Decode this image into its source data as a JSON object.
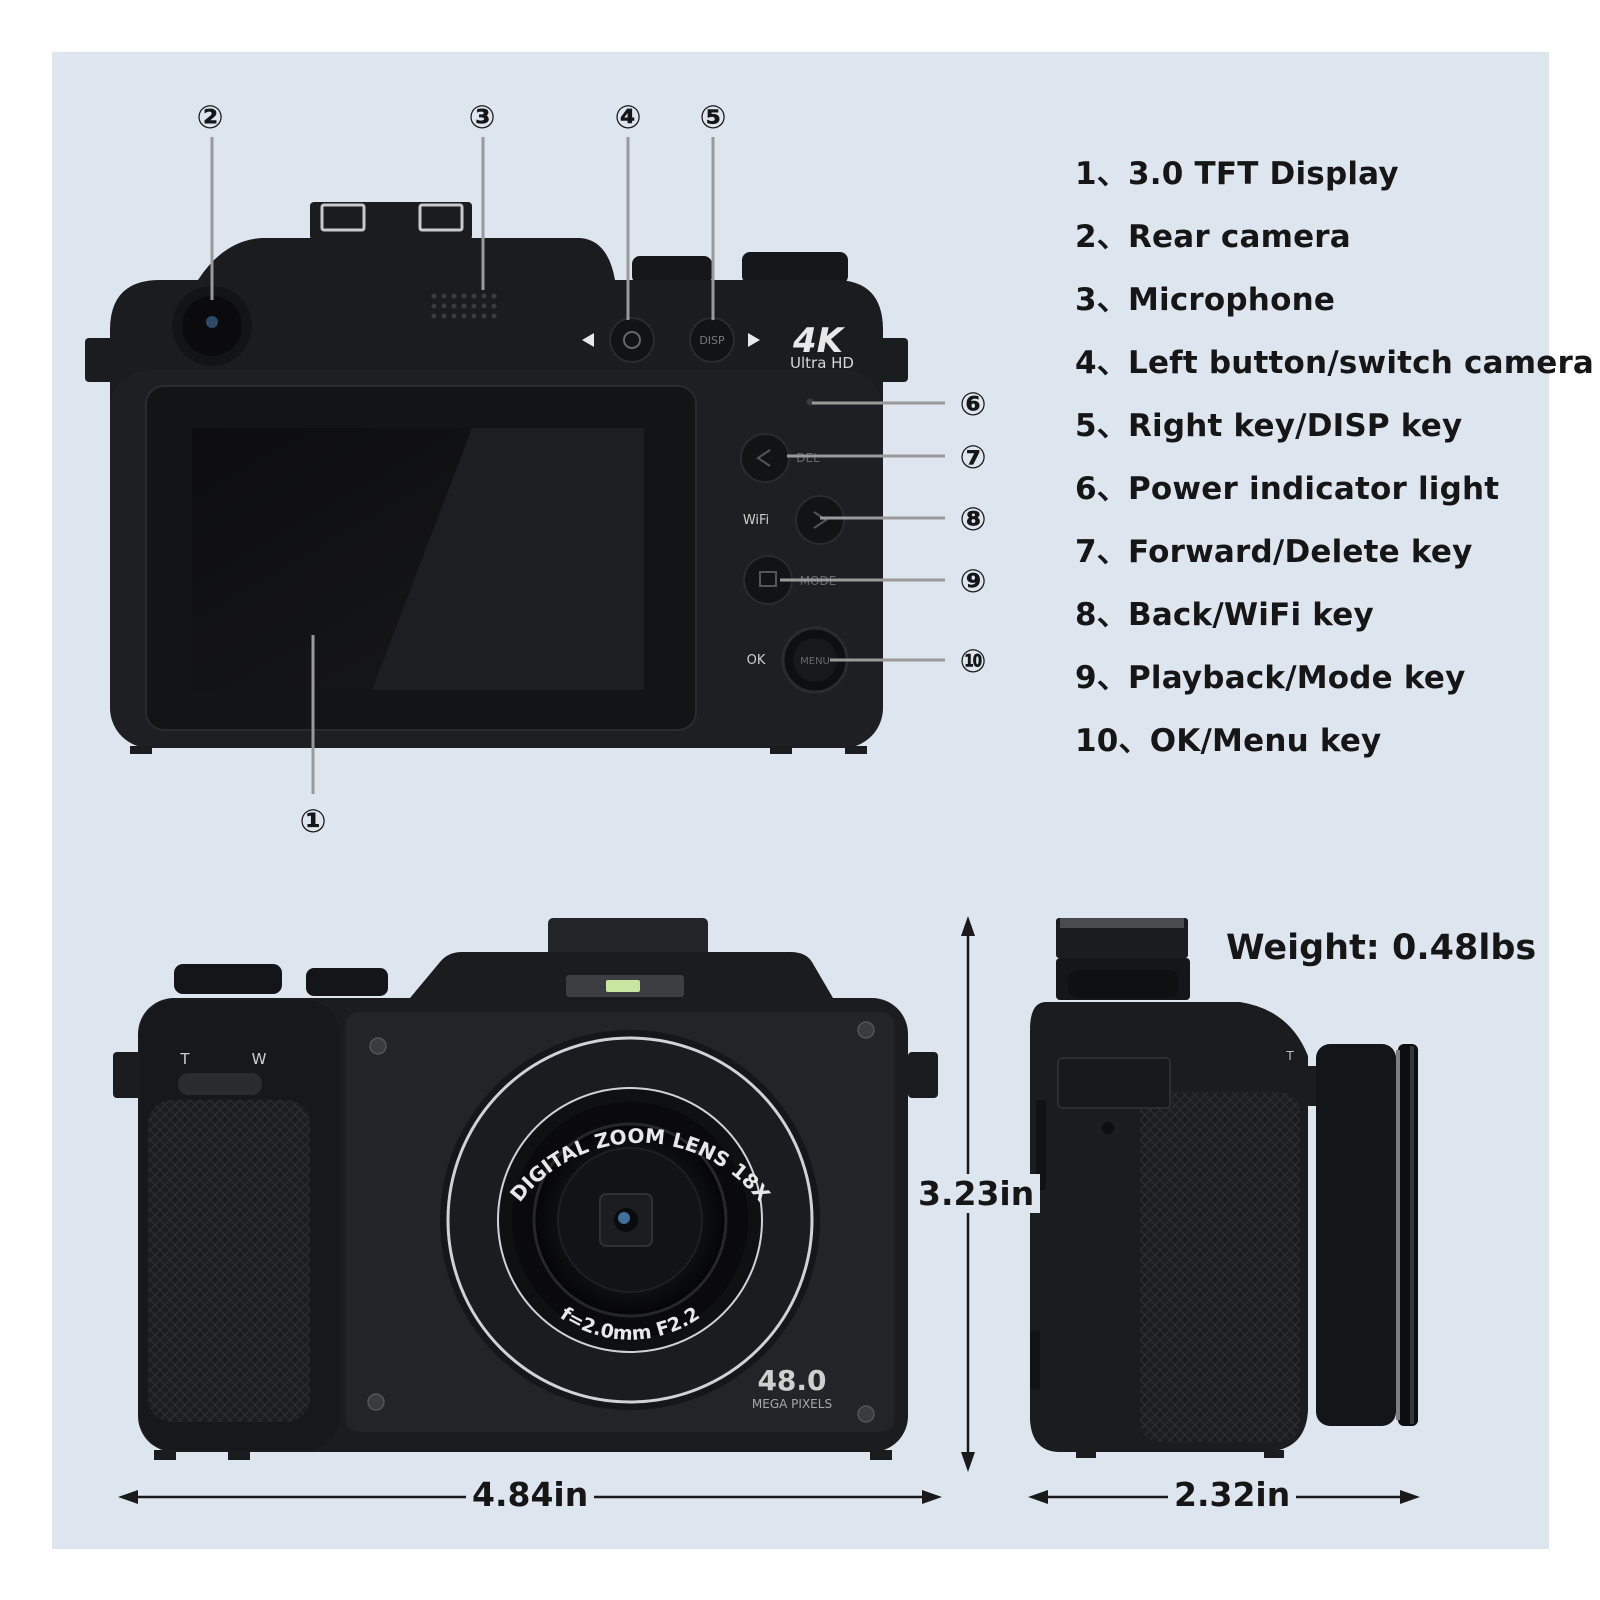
{
  "callouts": [
    "①",
    "②",
    "③",
    "④",
    "⑤",
    "⑥",
    "⑦",
    "⑧",
    "⑨",
    "⑩"
  ],
  "legend": [
    {
      "num": "1、",
      "text": "3.0 TFT Display"
    },
    {
      "num": "2、",
      "text": "Rear camera"
    },
    {
      "num": "3、",
      "text": "Microphone"
    },
    {
      "num": "4、",
      "text": "Left button/switch camera"
    },
    {
      "num": "5、",
      "text": "Right key/DISP key"
    },
    {
      "num": "6、",
      "text": "Power indicator light"
    },
    {
      "num": "7、",
      "text": "Forward/Delete key"
    },
    {
      "num": "8、",
      "text": "Back/WiFi key"
    },
    {
      "num": "9、",
      "text": "Playback/Mode key"
    },
    {
      "num": "10、",
      "text": "OK/Menu key"
    }
  ],
  "camera_back": {
    "badge_main": "4K",
    "badge_sub": "Ultra HD",
    "btn_disp": "DISP",
    "btn_del": "DEL",
    "label_wifi": "WiFi",
    "btn_mode": "MODE",
    "label_ok": "OK",
    "btn_menu": "MENU"
  },
  "camera_front": {
    "lens_ring_text": "DIGITAL ZOOM LENS 18X",
    "lens_spec": "f=2.0mm F2.2",
    "megapixels": "48.0",
    "megapixels_unit": "MEGA PIXELS",
    "zoom_t": "T",
    "zoom_w": "W"
  },
  "camera_side": {
    "zoom_t": "T"
  },
  "specs": {
    "weight": "Weight:  0.48lbs",
    "width": "4.84in",
    "height": "3.23in",
    "depth": "2.32in"
  },
  "colors": {
    "background": "#dde6ef",
    "camera_body": "#1b1c1e",
    "text": "#161616"
  }
}
